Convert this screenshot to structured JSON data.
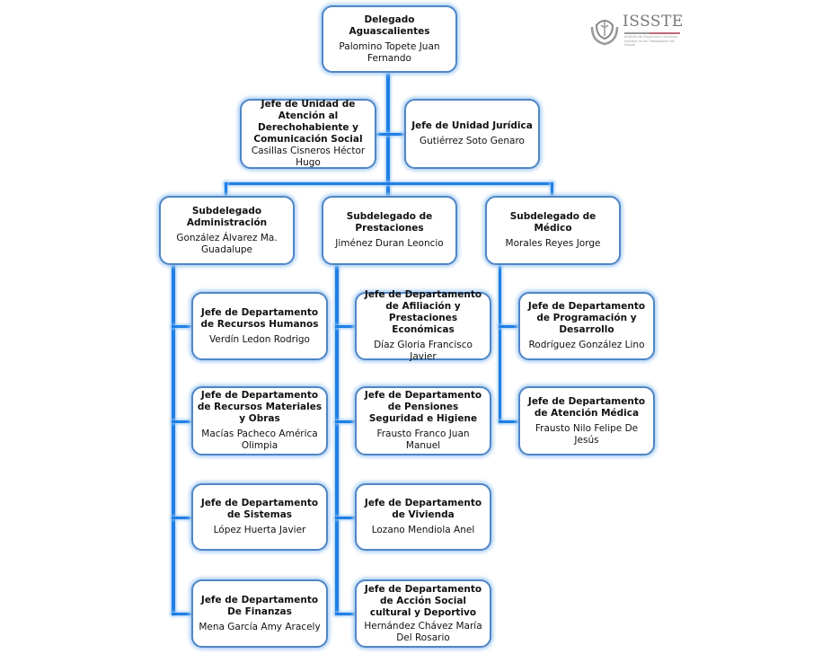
{
  "logo": {
    "name": "ISSSTE",
    "subtitle": "Instituto de Seguridad y Servicios Sociales de los Trabajadores del Estado"
  },
  "top": {
    "title": "Delegado Aguascalientes",
    "name": "Palomino Topete Juan Fernando"
  },
  "units": [
    {
      "title": "Jefe de Unidad de Atención al Derechohabiente y Comunicación Social",
      "name": "Casillas Cisneros Héctor Hugo"
    },
    {
      "title": "Jefe de Unidad Jurídica",
      "name": "Gutiérrez Soto Genaro"
    }
  ],
  "sub": [
    {
      "title": "Subdelegado Administración",
      "name": "González Álvarez Ma. Guadalupe"
    },
    {
      "title": "Subdelegado de Prestaciones",
      "name": "Jiménez Duran Leoncio"
    },
    {
      "title": "Subdelegado de Médico",
      "name": "Morales Reyes Jorge"
    }
  ],
  "c1": [
    {
      "title": "Jefe de Departamento de Recursos Humanos",
      "name": "Verdín Ledon Rodrigo"
    },
    {
      "title": "Jefe de Departamento de Recursos Materiales y Obras",
      "name": "Macías Pacheco América Olimpia"
    },
    {
      "title": "Jefe de Departamento de Sistemas",
      "name": "López Huerta Javier"
    },
    {
      "title": "Jefe de Departamento De Finanzas",
      "name": "Mena García Amy Aracely"
    }
  ],
  "c2": [
    {
      "title": "Jefe de Departamento de Afiliación y Prestaciones Económicas",
      "name": "Díaz Gloria Francisco Javier"
    },
    {
      "title": "Jefe de Departamento de Pensiones Seguridad e Higiene",
      "name": "Frausto Franco Juan Manuel"
    },
    {
      "title": "Jefe de Departamento de Vivienda",
      "name": "Lozano Mendiola Anel"
    },
    {
      "title": "Jefe de Departamento de Acción Social cultural y Deportivo",
      "name": "Hernández Chávez María Del Rosario"
    }
  ],
  "c3": [
    {
      "title": "Jefe de Departamento de Programación y Desarrollo",
      "name": "Rodríguez González Lino"
    },
    {
      "title": "Jefe de Departamento de Atención Médica",
      "name": "Frausto Nilo Felipe De Jesús"
    }
  ]
}
